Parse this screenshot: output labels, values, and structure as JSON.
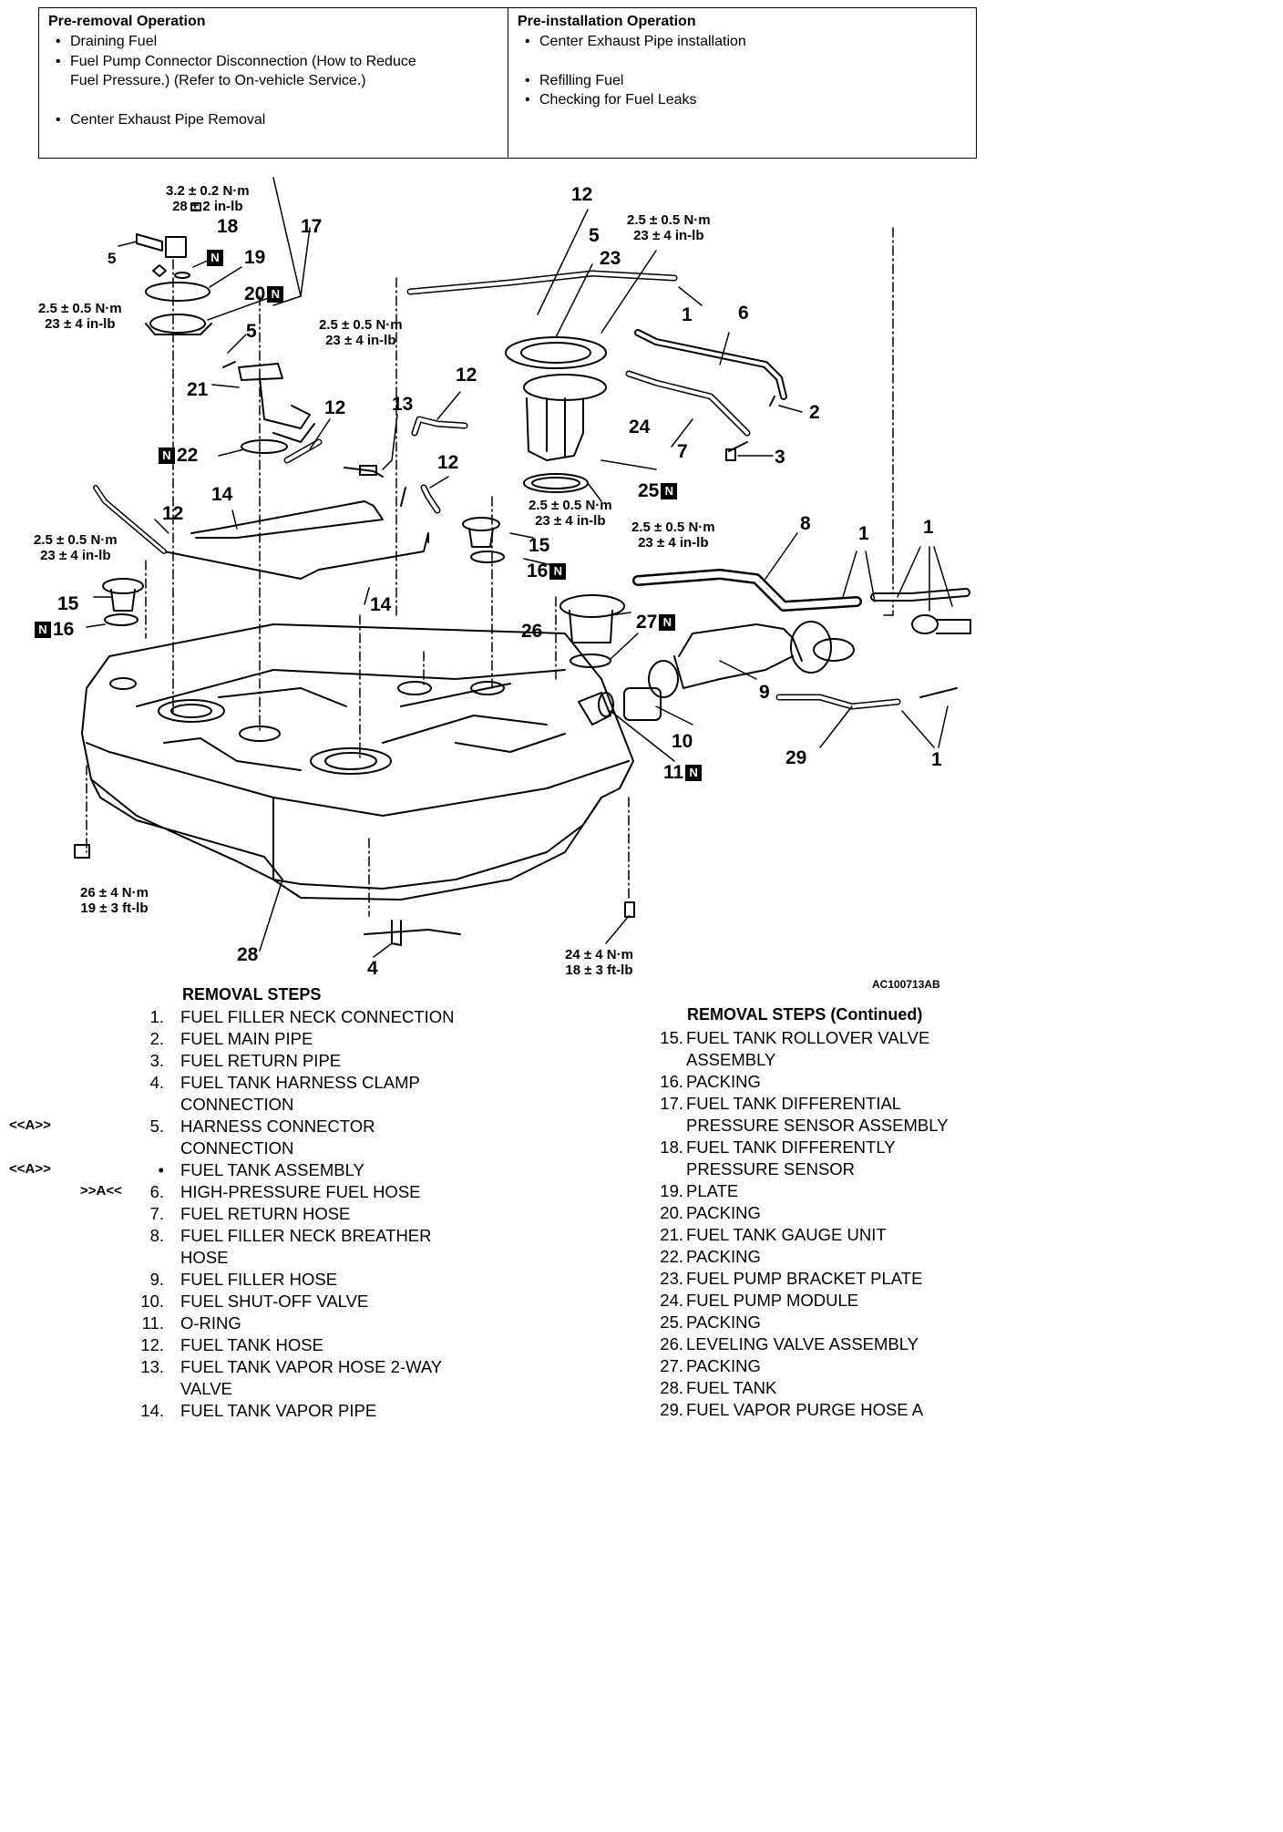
{
  "pre_removal": {
    "title": "Pre-removal Operation",
    "items": [
      "Draining Fuel",
      "Fuel Pump Connector Disconnection (How to Reduce",
      "Fuel Pressure.) (Refer to On-vehicle Service.)",
      "Center Exhaust Pipe Removal"
    ]
  },
  "pre_installation": {
    "title": "Pre-installation Operation",
    "items": [
      "Center Exhaust Pipe installation",
      "Refilling Fuel",
      "Checking for Fuel Leaks"
    ]
  },
  "torques": {
    "t1a": "3.2 ± 0.2 N·m",
    "t1b": "28 ± 2 in-lb",
    "t2a": "2.5 ± 0.5 N·m",
    "t2b": "23 ± 4 in-lb",
    "t26a": "26 ± 4 N·m",
    "t26b": "19 ± 3 ft-lb",
    "t24a": "24 ± 4 N·m",
    "t24b": "18 ± 3 ft-lb"
  },
  "callouts": {
    "c1": "1",
    "c2": "2",
    "c3": "3",
    "c4": "4",
    "c5": "5",
    "c6": "6",
    "c7": "7",
    "c8": "8",
    "c9": "9",
    "c10": "10",
    "c11": "11",
    "c12": "12",
    "c13": "13",
    "c14": "14",
    "c15": "15",
    "c16": "16",
    "c17": "17",
    "c18": "18",
    "c19": "19",
    "c20": "20",
    "c21": "21",
    "c22": "22",
    "c23": "23",
    "c24": "24",
    "c25": "25",
    "c26": "26",
    "c27": "27",
    "c28": "28",
    "c29": "29",
    "n": "N"
  },
  "figure_code": "AC100713AB",
  "removal_steps": {
    "title": "REMOVAL STEPS",
    "items": [
      {
        "num": "1.",
        "lines": [
          "FUEL FILLER NECK CONNECTION"
        ]
      },
      {
        "num": "2.",
        "lines": [
          "FUEL MAIN PIPE"
        ]
      },
      {
        "num": "3.",
        "lines": [
          "FUEL RETURN PIPE"
        ]
      },
      {
        "num": "4.",
        "lines": [
          "FUEL TANK HARNESS CLAMP",
          "CONNECTION"
        ]
      },
      {
        "num": "5.",
        "lines": [
          "HARNESS CONNECTOR",
          "CONNECTION"
        ],
        "tag": "<<A>>"
      },
      {
        "num": "•",
        "lines": [
          "FUEL TANK ASSEMBLY"
        ],
        "tag": "<<A>>"
      },
      {
        "num": "6.",
        "lines": [
          "HIGH-PRESSURE FUEL HOSE"
        ],
        "tag2": ">>A<<"
      },
      {
        "num": "7.",
        "lines": [
          "FUEL RETURN HOSE"
        ]
      },
      {
        "num": "8.",
        "lines": [
          "FUEL FILLER NECK BREATHER",
          "HOSE"
        ]
      },
      {
        "num": "9.",
        "lines": [
          "FUEL FILLER HOSE"
        ]
      },
      {
        "num": "10.",
        "lines": [
          "FUEL SHUT-OFF VALVE"
        ]
      },
      {
        "num": "11.",
        "lines": [
          "O-RING"
        ]
      },
      {
        "num": "12.",
        "lines": [
          "FUEL TANK HOSE"
        ]
      },
      {
        "num": "13.",
        "lines": [
          "FUEL TANK VAPOR HOSE 2-WAY",
          "VALVE"
        ]
      },
      {
        "num": "14.",
        "lines": [
          "FUEL TANK VAPOR PIPE"
        ]
      }
    ]
  },
  "removal_steps_continued": {
    "title": "REMOVAL STEPS (Continued)",
    "items": [
      {
        "num": "15.",
        "lines": [
          "FUEL TANK ROLLOVER VALVE",
          "ASSEMBLY"
        ]
      },
      {
        "num": "16.",
        "lines": [
          "PACKING"
        ]
      },
      {
        "num": "17.",
        "lines": [
          "FUEL TANK DIFFERENTIAL",
          "PRESSURE SENSOR ASSEMBLY"
        ]
      },
      {
        "num": "18.",
        "lines": [
          "FUEL TANK DIFFERENTLY",
          "PRESSURE SENSOR"
        ]
      },
      {
        "num": "19.",
        "lines": [
          "PLATE"
        ]
      },
      {
        "num": "20.",
        "lines": [
          "PACKING"
        ]
      },
      {
        "num": "21.",
        "lines": [
          "FUEL TANK GAUGE UNIT"
        ]
      },
      {
        "num": "22.",
        "lines": [
          "PACKING"
        ]
      },
      {
        "num": "23.",
        "lines": [
          "FUEL PUMP BRACKET PLATE"
        ]
      },
      {
        "num": "24.",
        "lines": [
          "FUEL PUMP MODULE"
        ]
      },
      {
        "num": "25.",
        "lines": [
          "PACKING"
        ]
      },
      {
        "num": "26.",
        "lines": [
          "LEVELING VALVE ASSEMBLY"
        ]
      },
      {
        "num": "27.",
        "lines": [
          "PACKING"
        ]
      },
      {
        "num": "28.",
        "lines": [
          "FUEL TANK"
        ]
      },
      {
        "num": "29.",
        "lines": [
          "FUEL VAPOR PURGE HOSE A"
        ]
      }
    ]
  }
}
